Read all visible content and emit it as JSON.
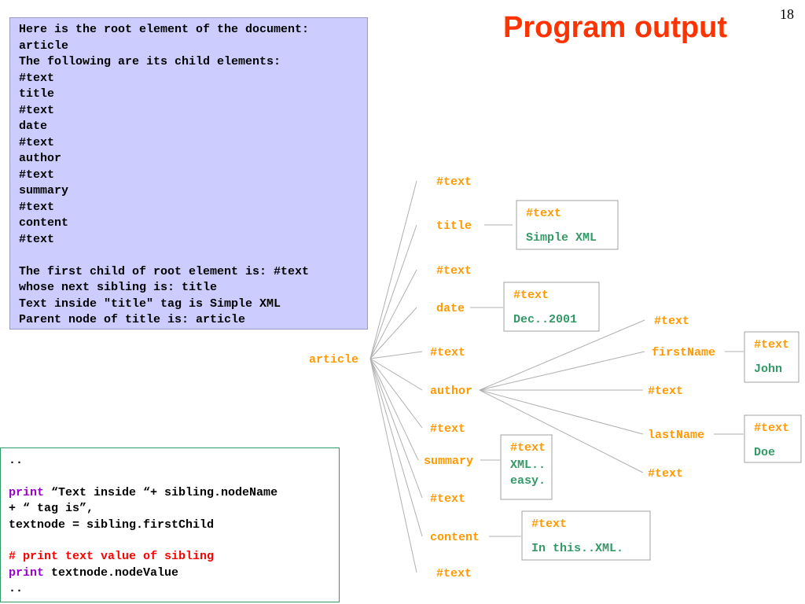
{
  "slide": {
    "number": "18",
    "title": "Program output"
  },
  "output_lines": [
    "Here is the root element of the document:",
    "article",
    "The following are its child elements:",
    "#text",
    "title",
    "#text",
    "date",
    "#text",
    "author",
    "#text",
    "summary",
    "#text",
    "content",
    "#text",
    "",
    "The first child of root element is: #text",
    "whose next sibling is: title",
    "Text inside \"title\" tag is Simple XML",
    "Parent node of title is: article"
  ],
  "code_lines": [
    [
      {
        "t": "..",
        "c": ""
      }
    ],
    [
      {
        "t": "",
        "c": ""
      }
    ],
    [
      {
        "t": "print",
        "c": "kw"
      },
      {
        "t": " “Text inside “+ sibling.nodeName",
        "c": ""
      }
    ],
    [
      {
        "t": "+ “ tag is”,",
        "c": ""
      }
    ],
    [
      {
        "t": "textnode = sibling.firstChild",
        "c": ""
      }
    ],
    [
      {
        "t": "",
        "c": ""
      }
    ],
    [
      {
        "t": "# print text value of sibling",
        "c": "cm"
      }
    ],
    [
      {
        "t": "print",
        "c": "kw"
      },
      {
        "t": " textnode.nodeValue",
        "c": ""
      }
    ],
    [
      {
        "t": "..",
        "c": ""
      }
    ]
  ],
  "tree": {
    "root": "article",
    "children": [
      {
        "name": "#text"
      },
      {
        "name": "title",
        "text_box": {
          "label": "#text",
          "value": "Simple XML"
        }
      },
      {
        "name": "#text"
      },
      {
        "name": "date",
        "text_box": {
          "label": "#text",
          "value": "Dec..2001"
        }
      },
      {
        "name": "#text"
      },
      {
        "name": "author",
        "children": [
          {
            "name": "#text"
          },
          {
            "name": "firstName",
            "text_box": {
              "label": "#text",
              "value": "John"
            }
          },
          {
            "name": "#text"
          },
          {
            "name": "lastName",
            "text_box": {
              "label": "#text",
              "value": "Doe"
            }
          },
          {
            "name": "#text"
          }
        ]
      },
      {
        "name": "#text"
      },
      {
        "name": "summary",
        "text_box": {
          "label": "#text",
          "value": "XML..\neasy."
        }
      },
      {
        "name": "#text"
      },
      {
        "name": "content",
        "text_box": {
          "label": "#text",
          "value": "In this..XML."
        }
      },
      {
        "name": "#text"
      }
    ]
  }
}
